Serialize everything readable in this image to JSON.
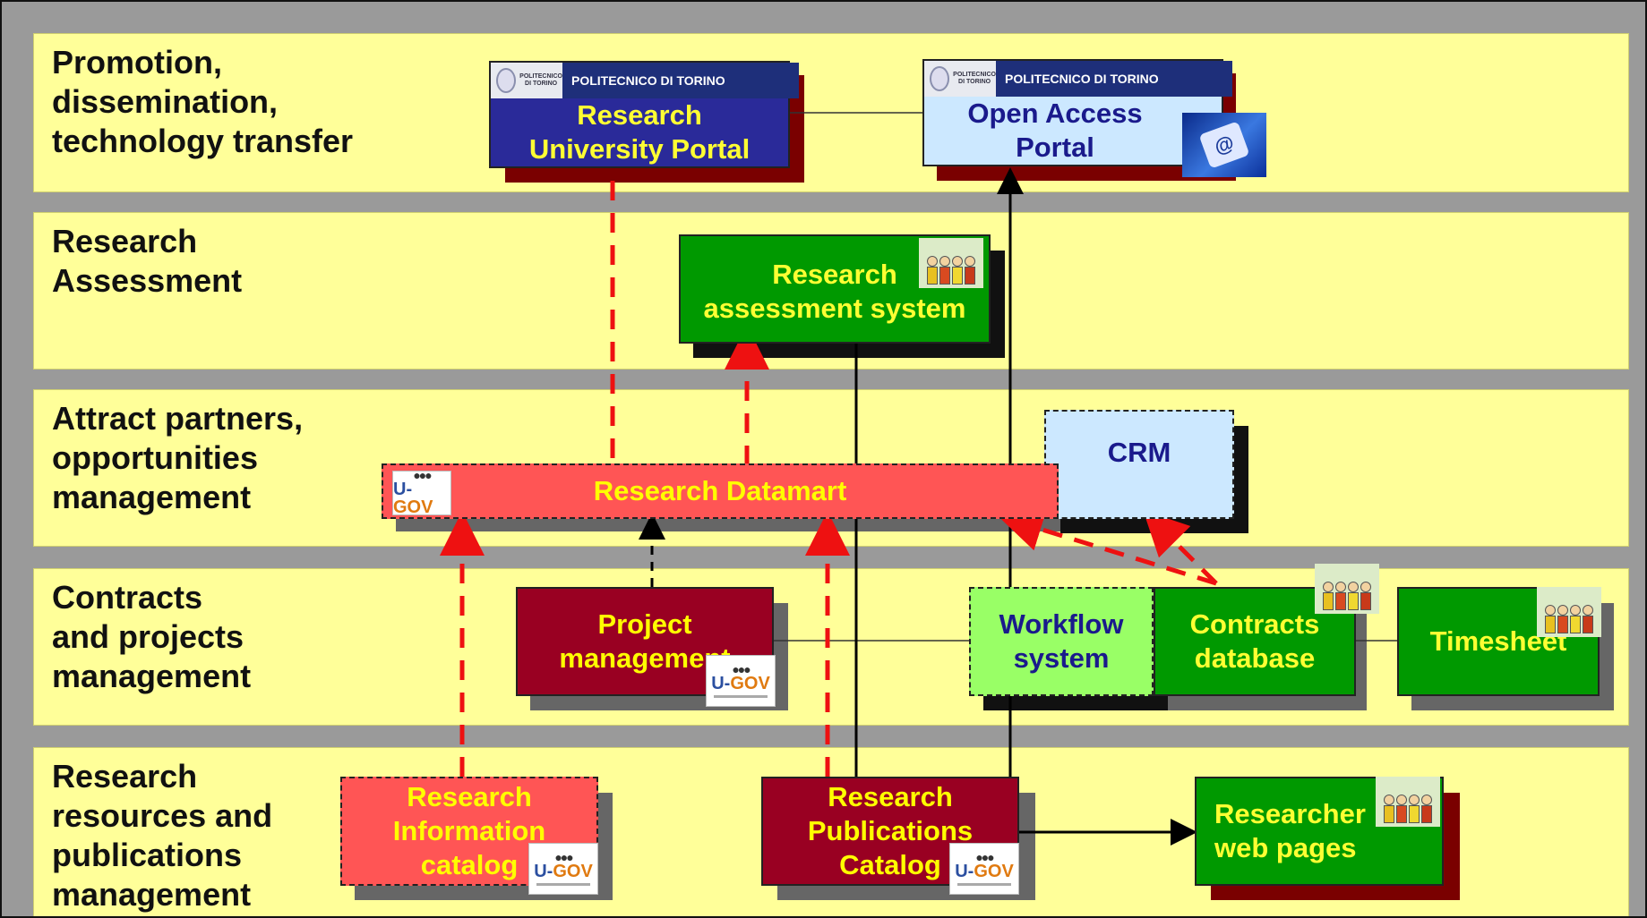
{
  "bands": [
    {
      "label": "Promotion,\ndissemination,\ntechnology transfer"
    },
    {
      "label": "Research\nAssessment"
    },
    {
      "label": "Attract partners,\nopportunities\nmanagement"
    },
    {
      "label": "Contracts\nand projects\nmanagement"
    },
    {
      "label": "Research\nresources and\npublications\nmanagement"
    }
  ],
  "portals": {
    "research_university": {
      "header": "POLITECNICO DI TORINO",
      "seal_text": "POLITECNICO\nDI TORINO",
      "title": "Research\nUniversity Portal"
    },
    "open_access": {
      "header": "POLITECNICO DI TORINO",
      "seal_text": "POLITECNICO\nDI TORINO",
      "title": "Open Access\nPortal"
    }
  },
  "systems": {
    "research_assessment": "Research\nassessment system",
    "research_datamart": "Research Datamart",
    "crm": "CRM",
    "project_management": "Project\nmanagement",
    "workflow_system": "Workflow\nsystem",
    "contracts_database": "Contracts\ndatabase",
    "timesheet": "Timesheet",
    "research_information_catalog": "Research\nInformation\ncatalog",
    "research_publications_catalog": "Research\nPublications\nCatalog",
    "researcher_web_pages": "Researcher\nweb pages"
  },
  "logos": {
    "ugov": "U-GOV",
    "key_symbol": "@"
  },
  "colors": {
    "band_fill": "#ffff99",
    "background": "#9a9a9a",
    "dark_red": "#990022",
    "green": "#009900",
    "dashed_arrow": "#ee1111",
    "text_yellow": "#ffff00",
    "text_navy": "#1a1a8c"
  },
  "icons": [
    "ugov-logo-icon",
    "people-group-icon",
    "university-seal-icon",
    "keyboard-key-icon"
  ]
}
